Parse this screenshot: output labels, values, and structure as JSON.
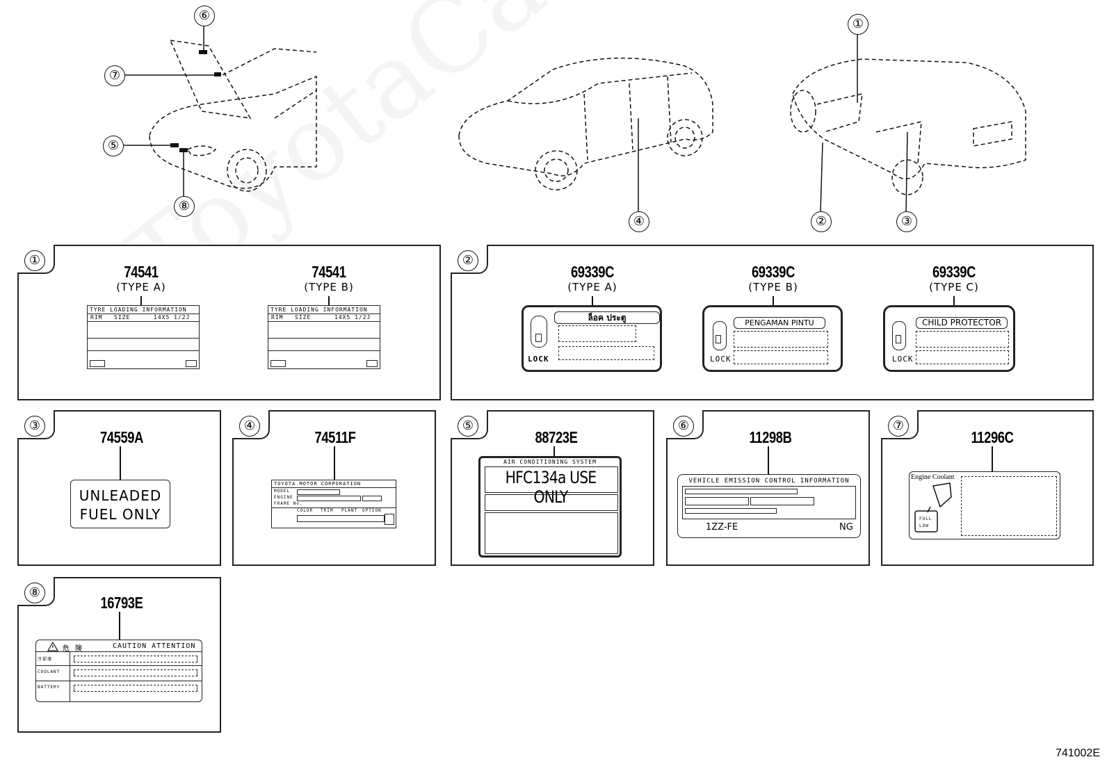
{
  "callouts": [
    "①",
    "②",
    "③",
    "④",
    "⑤",
    "⑥",
    "⑦",
    "⑧"
  ],
  "panels": {
    "p1": {
      "part_a": "74541",
      "type_a": "(TYPE A)",
      "part_b": "74541",
      "type_b": "(TYPE B)",
      "tyre_header": "TYRE LOADING INFORMATION",
      "rim": "RIM",
      "size": "SIZE",
      "tyre_size": "14X5 1/2J"
    },
    "p2": {
      "part_a": "69339C",
      "type_a": "(TYPE A)",
      "part_b": "69339C",
      "type_b": "(TYPE B)",
      "part_c": "69339C",
      "type_c": "(TYPE C)",
      "thai_text": "ล็อค ประตู",
      "pengaman": "PENGAMAN PINTU",
      "child": "CHILD PROTECTOR",
      "lock": "LOCK"
    },
    "p3": {
      "part": "74559A",
      "line1": "UNLEADED",
      "line2": "FUEL ONLY"
    },
    "p4": {
      "part": "74511F",
      "header": "TOYOTA MOTOR CORPORATION",
      "model": "MODEL",
      "engine": "ENGINE",
      "frame": "FRAME No.",
      "color": "COLOR",
      "trim": "TRIM",
      "plant": "PLANT",
      "option": "OPTION"
    },
    "p5": {
      "part": "88723E",
      "header": "AIR CONDITIONING SYSTEM",
      "main": "HFC134a USE ONLY"
    },
    "p6": {
      "part": "11298B",
      "header": "VEHICLE EMISSION CONTROL INFORMATION",
      "engine": "1ZZ-FE",
      "ng": "NG"
    },
    "p7": {
      "part": "11296C",
      "title": "Engine Coolant",
      "full": "FULL",
      "low": "LOW"
    },
    "p8": {
      "part": "16793E",
      "header": "CAUTION ATTENTION",
      "warn": "危 険",
      "row1": "冷却液",
      "row2": "COOLANT",
      "row3": "BATTERY"
    }
  },
  "watermark": "ToyotaCarMiner.ru",
  "figure_code": "741002E"
}
